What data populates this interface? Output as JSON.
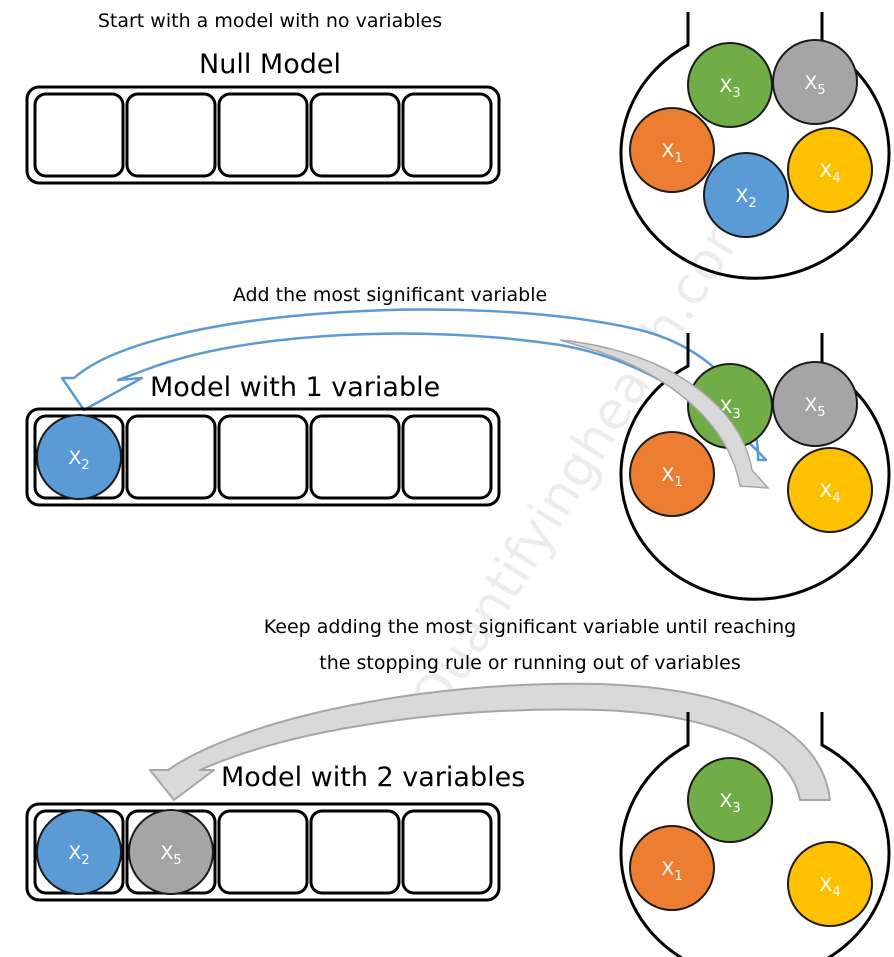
{
  "watermark": "Quantifyinghealth.com",
  "colors": {
    "x1": "#ED7D31",
    "x2": "#5B9BD5",
    "x3": "#70AD47",
    "x4": "#FFC000",
    "x5": "#A5A5A5",
    "arrow_blue_fill": "#ffffff",
    "arrow_blue_stroke": "#5B9BD5",
    "arrow_gray_fill": "#d9d9d9",
    "arrow_gray_stroke": "#a6a6a6"
  },
  "variables": {
    "x1": {
      "base": "X",
      "sub": "1"
    },
    "x2": {
      "base": "X",
      "sub": "2"
    },
    "x3": {
      "base": "X",
      "sub": "3"
    },
    "x4": {
      "base": "X",
      "sub": "4"
    },
    "x5": {
      "base": "X",
      "sub": "5"
    }
  },
  "step1": {
    "instruction": "Start with a model with no variables",
    "title": "Null Model",
    "model_vars": [],
    "pool_vars": [
      "x1",
      "x2",
      "x3",
      "x4",
      "x5"
    ]
  },
  "step2": {
    "instruction": "Add the most significant variable",
    "title": "Model with 1 variable",
    "model_vars": [
      "x2"
    ],
    "pool_vars": [
      "x1",
      "x3",
      "x4",
      "x5"
    ]
  },
  "step3": {
    "instruction_line1": "Keep adding the most significant variable until reaching",
    "instruction_line2": "the stopping rule or running out of variables",
    "title": "Model with 2 variables",
    "model_vars": [
      "x2",
      "x5"
    ],
    "pool_vars": [
      "x1",
      "x3",
      "x4"
    ]
  }
}
